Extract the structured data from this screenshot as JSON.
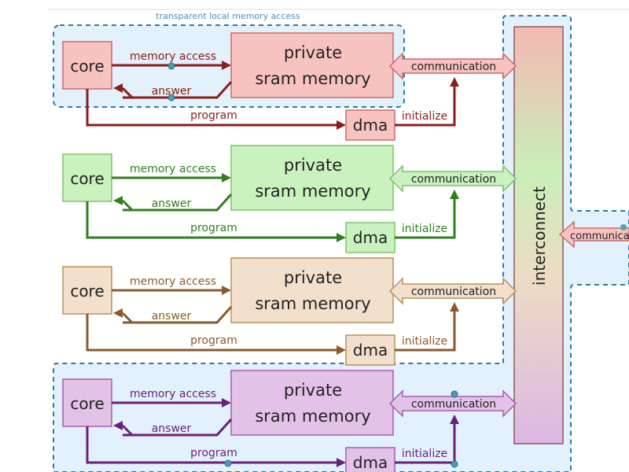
{
  "diagram": {
    "top_annotation": "transparent local memory access",
    "interconnect_label": "interconnect",
    "external_comm_label": "communication",
    "clusters": [
      {
        "core_label": "core",
        "mem_line1": "private",
        "mem_line2": "sram memory",
        "dma_label": "dma",
        "memory_access_label": "memory access",
        "answer_label": "answer",
        "program_label": "program",
        "initialize_label": "initialize",
        "communication_label": "communication",
        "fill": "#f7c3c1",
        "stroke": "#c96b6a",
        "arrow": "#8b1d1a"
      },
      {
        "core_label": "core",
        "mem_line1": "private",
        "mem_line2": "sram memory",
        "dma_label": "dma",
        "memory_access_label": "memory access",
        "answer_label": "answer",
        "program_label": "program",
        "initialize_label": "initialize",
        "communication_label": "communication",
        "fill": "#c9f2bf",
        "stroke": "#7cc46a",
        "arrow": "#2f7f1d"
      },
      {
        "core_label": "core",
        "mem_line1": "private",
        "mem_line2": "sram memory",
        "dma_label": "dma",
        "memory_access_label": "memory access",
        "answer_label": "answer",
        "program_label": "program",
        "initialize_label": "initialize",
        "communication_label": "communication",
        "fill": "#f2dfcc",
        "stroke": "#b8905f",
        "arrow": "#8a5a2c"
      },
      {
        "core_label": "core",
        "mem_line1": "private",
        "mem_line2": "sram memory",
        "dma_label": "dma",
        "memory_access_label": "memory access",
        "answer_label": "answer",
        "program_label": "program",
        "initialize_label": "initialize",
        "communication_label": "communication",
        "fill": "#e2c2e6",
        "stroke": "#a55db0",
        "arrow": "#6b1f7a"
      }
    ]
  }
}
